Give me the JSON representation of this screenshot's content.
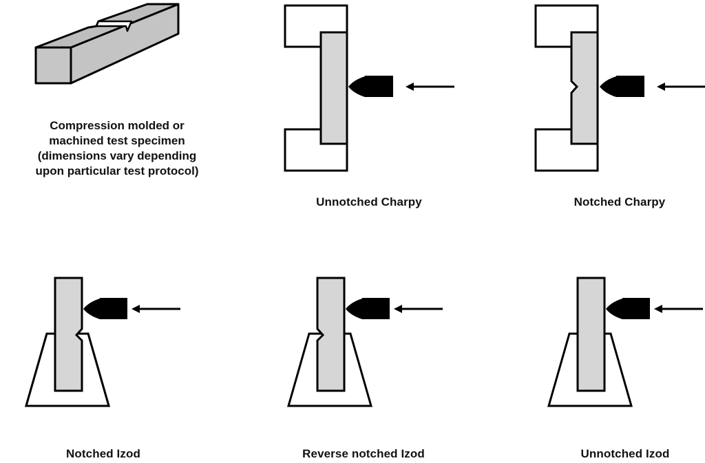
{
  "specimen": {
    "caption_lines": [
      "Compression molded or",
      "machined test specimen",
      "(dimensions vary depending",
      "upon particular test protocol)"
    ]
  },
  "panels": [
    {
      "id": "unnotched-charpy",
      "label": "Unnotched Charpy",
      "test": "Charpy",
      "notch": "none"
    },
    {
      "id": "notched-charpy",
      "label": "Notched Charpy",
      "test": "Charpy",
      "notch": "opposite-striker"
    },
    {
      "id": "notched-izod",
      "label": "Notched Izod",
      "test": "Izod",
      "notch": "striker-side"
    },
    {
      "id": "reverse-notched-izod",
      "label": "Reverse notched Izod",
      "test": "Izod",
      "notch": "opposite-striker"
    },
    {
      "id": "unnotched-izod",
      "label": "Unnotched Izod",
      "test": "Izod",
      "notch": "none"
    }
  ],
  "colors": {
    "specimen_fill": "#d6d6d6",
    "specimen_3d_fill": "#c2c2c2",
    "outline": "#000000",
    "striker": "#000000",
    "background": "#ffffff"
  }
}
